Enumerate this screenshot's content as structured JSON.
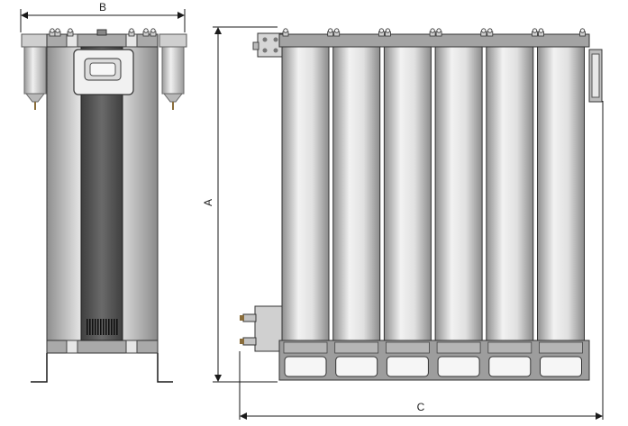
{
  "dimensions": {
    "width_label": "B",
    "height_label": "A",
    "length_label": "C"
  },
  "colors": {
    "line": "#1a1a1a",
    "steel_dark": "#8e8e8e",
    "steel_mid": "#c9c9c9",
    "steel_light": "#f2f2f2",
    "panel_dark": "#5a5a5a",
    "cap_grey": "#9d9d9d"
  },
  "assembly": {
    "front_view": {
      "filter_count": 2,
      "vent_slots": 12
    },
    "side_view": {
      "tower_count": 6
    }
  }
}
